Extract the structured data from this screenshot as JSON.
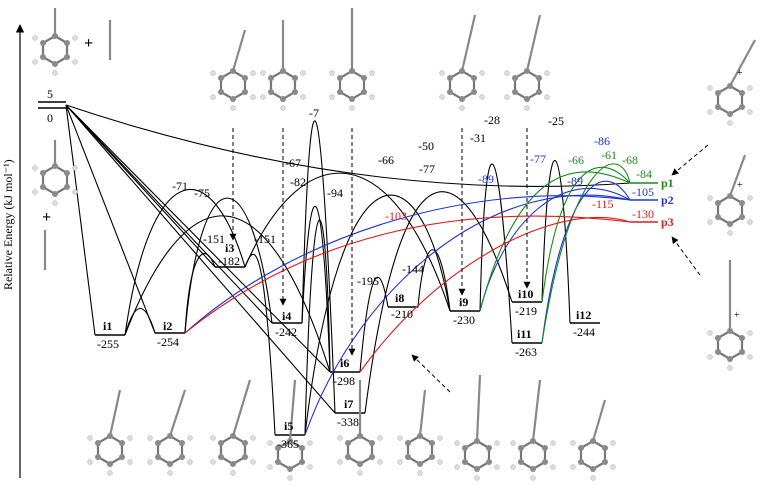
{
  "axis": {
    "label": "Relative Energy (kJ mol⁻¹)"
  },
  "reactant": {
    "plus": "+",
    "energy_top": "5",
    "energy_bottom": "0"
  },
  "intermediates": [
    {
      "id": "i1",
      "label": "i1",
      "energy": "-255"
    },
    {
      "id": "i2",
      "label": "i2",
      "energy": "-254"
    },
    {
      "id": "i3",
      "label": "i3",
      "energy": "-182"
    },
    {
      "id": "i4",
      "label": "i4",
      "energy": "-242"
    },
    {
      "id": "i5",
      "label": "i5",
      "energy": "-365"
    },
    {
      "id": "i6",
      "label": "i6",
      "energy": "-298"
    },
    {
      "id": "i7",
      "label": "i7",
      "energy": "-338"
    },
    {
      "id": "i8",
      "label": "i8",
      "energy": "-210"
    },
    {
      "id": "i9",
      "label": "i9",
      "energy": "-230"
    },
    {
      "id": "i10",
      "label": "i10",
      "energy": "-219"
    },
    {
      "id": "i11",
      "label": "i11",
      "energy": "-263"
    },
    {
      "id": "i12",
      "label": "i12",
      "energy": "-244"
    }
  ],
  "products": [
    {
      "id": "p1",
      "label": "p1",
      "energy": "-84",
      "color": "#1a8a1a"
    },
    {
      "id": "p2",
      "label": "p2",
      "energy": "-105",
      "color": "#1f35d6"
    },
    {
      "id": "p3",
      "label": "p3",
      "energy": "-130",
      "color": "#e01b1b"
    }
  ],
  "barriers": {
    "black": [
      "-71",
      "-75",
      "-151",
      "-151",
      "-67",
      "-82",
      "-7",
      "-94",
      "-66",
      "-50",
      "-77",
      "-195",
      "-144",
      "-31",
      "-28",
      "-25"
    ],
    "blue": [
      "-89",
      "-77",
      "-89",
      "-86"
    ],
    "green": [
      "-66",
      "-61",
      "-68"
    ],
    "red": [
      "-103",
      "-115"
    ]
  },
  "product_plus": [
    "+",
    "+",
    "+"
  ],
  "colors": {
    "black": "#000000",
    "blue": "#1f35d6",
    "green": "#1a8a1a",
    "red": "#e01b1b",
    "atom_c": "#8a8a8a",
    "atom_h": "#d8d8d8"
  }
}
